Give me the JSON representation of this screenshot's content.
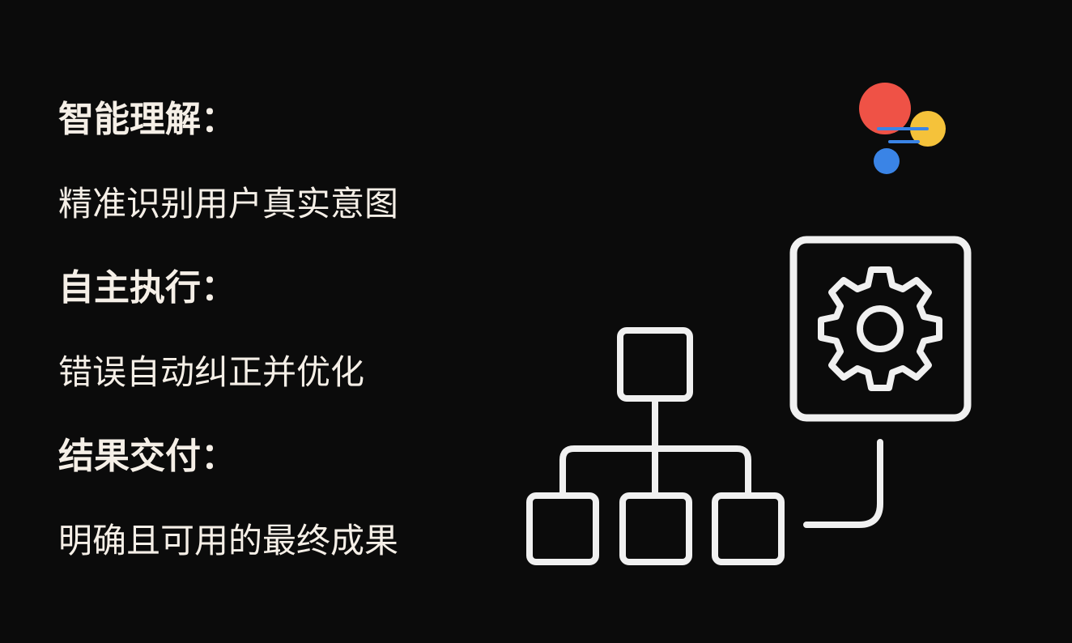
{
  "items": [
    {
      "heading": "智能理解：",
      "description": "精准识别用户真实意图"
    },
    {
      "heading": "自主执行：",
      "description": "错误自动纠正并优化"
    },
    {
      "heading": "结果交付：",
      "description": "明确且可用的最终成果"
    }
  ],
  "icons": {
    "assistant_logo": "assistant-logo-icon",
    "gear": "gear-icon",
    "hierarchy": "hierarchy-diagram-icon"
  },
  "colors": {
    "background": "#0b0b0b",
    "text": "#f5efe7",
    "line": "#f0f0f0",
    "red": "#ef5246",
    "yellow": "#f5c23a",
    "blue": "#3a84e6"
  }
}
